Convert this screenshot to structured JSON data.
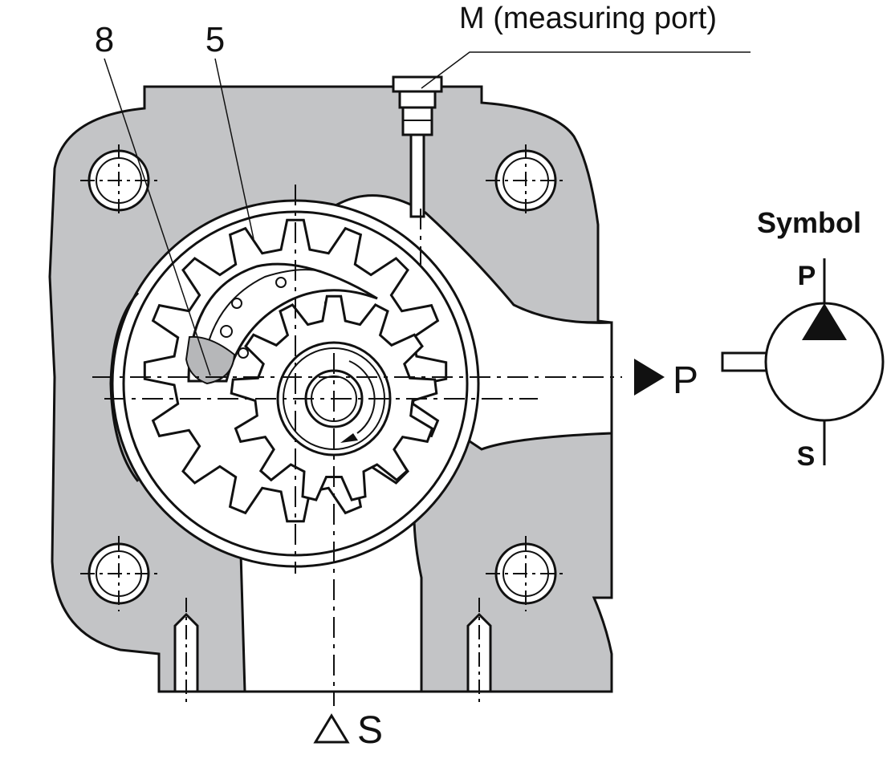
{
  "labels": {
    "part_8": "8",
    "part_5": "5",
    "measuring_port": "M (measuring port)",
    "pressure_port": "P",
    "suction_port": "S"
  },
  "symbol": {
    "title": "Symbol",
    "port_p": "P",
    "port_s": "S"
  },
  "colors": {
    "housing": "#c3c4c6",
    "line": "#111111",
    "background": "#ffffff"
  }
}
